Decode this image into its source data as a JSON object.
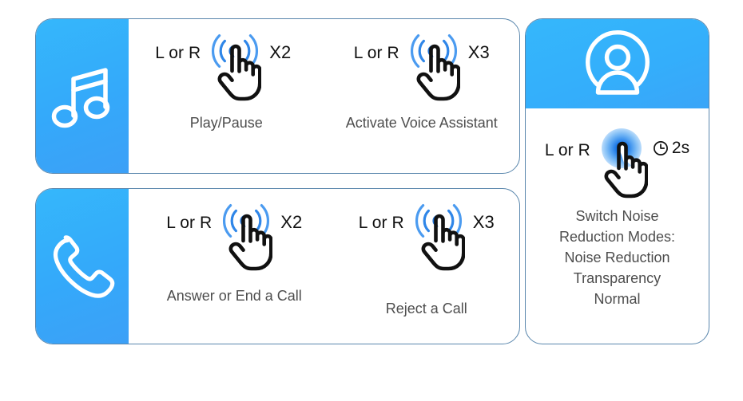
{
  "theme": {
    "accent_blue": "#35b7fb",
    "card_border": "#5a87ad",
    "label_gray": "#4d4d4d",
    "text_black": "#111111",
    "ripple_blue": "#1b7ae4"
  },
  "rows": [
    {
      "id": "music",
      "icon": "music-note-icon",
      "actions": [
        {
          "id": "play",
          "side": "L or R",
          "gesture_icon": "tap-gesture-icon",
          "count": "X2",
          "label": "Play/Pause"
        },
        {
          "id": "voice",
          "side": "L or R",
          "gesture_icon": "tap-gesture-icon",
          "count": "X3",
          "label": "Activate Voice Assistant"
        }
      ]
    },
    {
      "id": "call",
      "icon": "phone-handset-icon",
      "actions": [
        {
          "id": "answer",
          "side": "L or R",
          "gesture_icon": "tap-gesture-icon",
          "count": "X2",
          "label": "Answer or End a Call"
        },
        {
          "id": "reject",
          "side": "L or R",
          "gesture_icon": "tap-gesture-icon",
          "count": "X3",
          "label": "Reject a Call"
        }
      ]
    }
  ],
  "anc_card": {
    "icon": "person-in-circle-icon",
    "side": "L or R",
    "gesture_icon": "tap-hold-gesture-icon",
    "clock_icon": "clock-icon",
    "hold_duration": "2s",
    "label_lines": [
      "Switch Noise",
      "Reduction Modes:",
      "Noise Reduction",
      "Transparency",
      "Normal"
    ]
  }
}
